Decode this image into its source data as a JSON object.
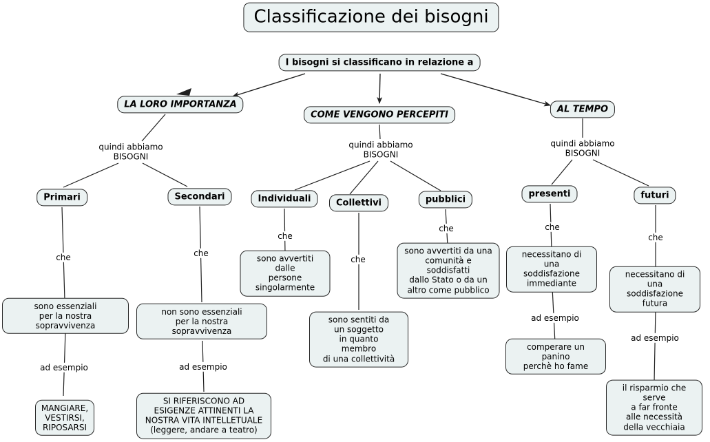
{
  "title": "Classificazione dei bisogni",
  "root": {
    "label": "I bisogni si classificano in relazione a"
  },
  "branches": {
    "importanza": {
      "label": "LA LORO IMPORTANZA"
    },
    "percepiti": {
      "label": "COME VENGONO PERCEPITI"
    },
    "tempo": {
      "label": "AL TEMPO"
    }
  },
  "concepts": {
    "primari": {
      "label": "Primari"
    },
    "secondari": {
      "label": "Secondari"
    },
    "individuali": {
      "label": "Individuali"
    },
    "collettivi": {
      "label": "Collettivi"
    },
    "pubblici": {
      "label": "pubblici"
    },
    "presenti": {
      "label": "presenti"
    },
    "futuri": {
      "label": "futuri"
    }
  },
  "descriptions": {
    "primari": {
      "label": "sono essenziali\nper la nostra sopravvivenza"
    },
    "secondari": {
      "label": "non sono essenziali\nper la nostra\nsopravvivenza"
    },
    "individuali": {
      "label": "sono avvertiti dalle\npersone\nsingolarmente"
    },
    "collettivi": {
      "label": "sono sentiti da\nun soggetto\nin quanto\nmembro\ndi una collettività"
    },
    "pubblici": {
      "label": "sono avvertiti da una\ncomunità e soddisfatti\ndallo Stato o da un\naltro come pubblico"
    },
    "presenti": {
      "label": "necessitano di una\nsoddisfazione\nimmediante"
    },
    "futuri": {
      "label": "necessitano di una\nsoddisfazione\nfutura"
    }
  },
  "examples": {
    "primari": {
      "label": "MANGIARE,\nVESTIRSI,\nRIPOSARSI"
    },
    "secondari": {
      "label": "SI RIFERISCONO AD\nESIGENZE ATTINENTI LA\nNOSTRA VITA INTELLETUALE\n(leggere, andare a teatro)"
    },
    "presenti": {
      "label": "comperare un panino\nperchè ho fame"
    },
    "futuri": {
      "label": "il risparmio che serve\na far fronte\nalle necessità\ndella vecchiaia"
    }
  },
  "linking_phrases": {
    "quindi": "quindi abbiamo\nBISOGNI",
    "che": "che",
    "ad_esempio": "ad esempio"
  },
  "colors": {
    "node_fill": "#ebf2f2",
    "node_border": "#262626",
    "line": "#1f1f1f",
    "background": "#ffffff"
  }
}
